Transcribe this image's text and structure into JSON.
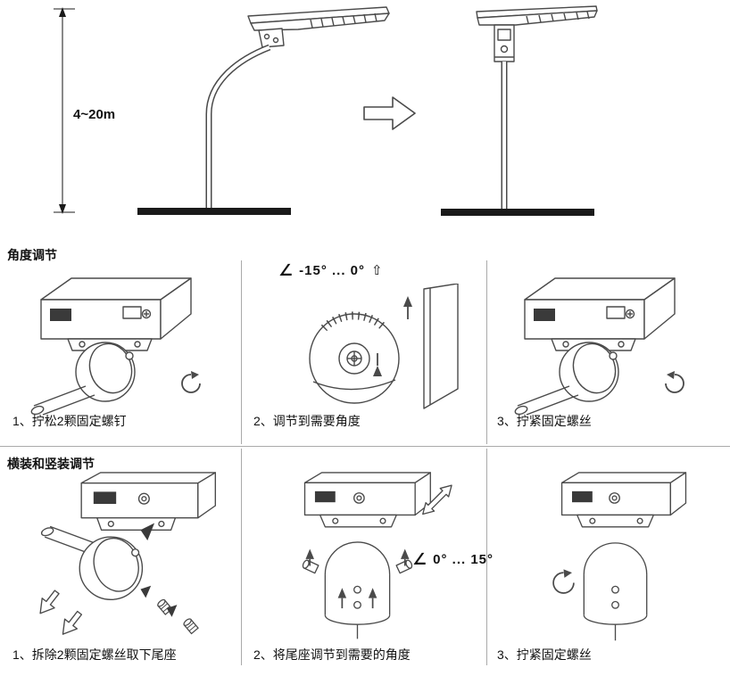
{
  "overview": {
    "height_label": "4~20m"
  },
  "sections": [
    {
      "title": "角度调节",
      "steps": [
        {
          "caption": "1、拧松2颗固定螺钉"
        },
        {
          "caption": "2、调节到需要角度",
          "angle_icon": "∠",
          "angle_label": "-15° ... 0°",
          "arrow_icon": "⇧"
        },
        {
          "caption": "3、拧紧固定螺丝"
        }
      ]
    },
    {
      "title": "横装和竖装调节",
      "steps": [
        {
          "caption": "1、拆除2颗固定螺丝取下尾座"
        },
        {
          "caption": "2、将尾座调节到需要的角度",
          "angle_icon": "∠",
          "angle_label": "0° ... 15°"
        },
        {
          "caption": "3、拧紧固定螺丝"
        }
      ]
    }
  ],
  "colors": {
    "line": "#4a4a4a",
    "divider": "#aaaaaa",
    "base_fill": "#1a1a1a"
  }
}
